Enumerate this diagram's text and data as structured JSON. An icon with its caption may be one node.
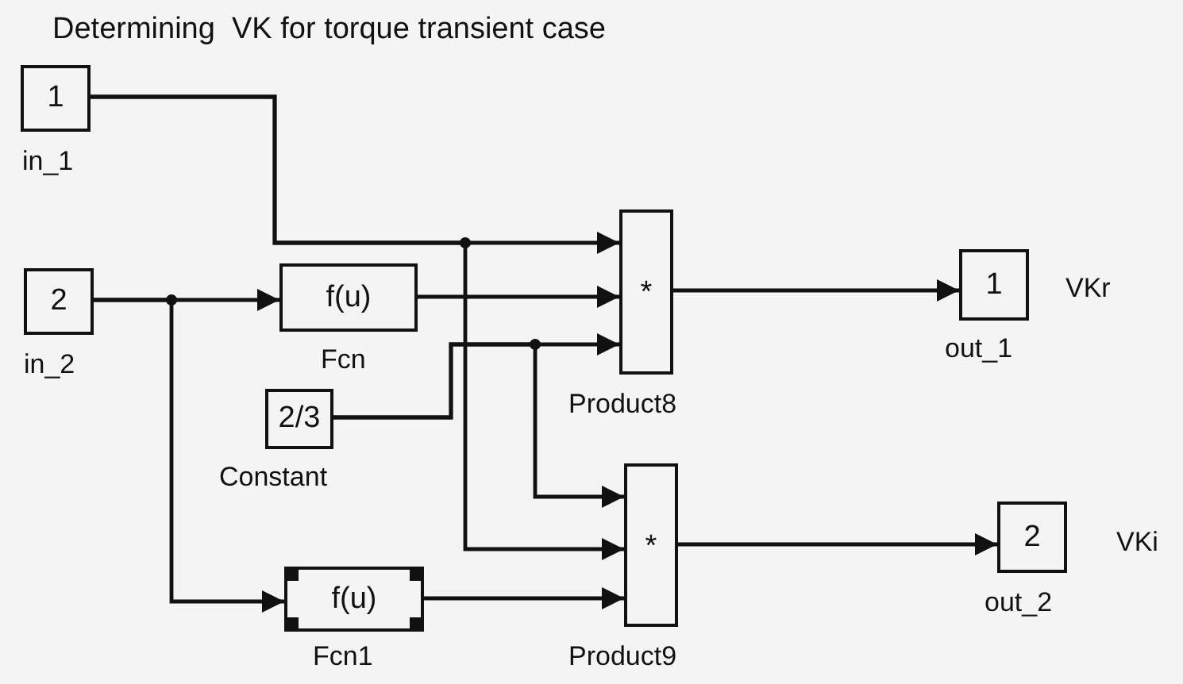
{
  "diagram": {
    "title": "Determining  VK for torque transient case",
    "nodes": [
      {
        "text": [
          "1"
        ],
        "beside": [
          "in_1"
        ]
      },
      {
        "text": [
          "2"
        ],
        "beside": [
          "in_2"
        ]
      },
      {
        "text": [
          "f(u)"
        ],
        "beside": [
          "Fcn"
        ]
      },
      {
        "text": [
          "2/3"
        ],
        "beside": [
          "Constant"
        ]
      },
      {
        "text": [
          "f(u)"
        ],
        "beside": [
          "Fcn1"
        ]
      },
      {
        "text": [
          "*"
        ],
        "beside": [
          "Product8"
        ]
      },
      {
        "text": [
          "*"
        ],
        "beside": [
          "Product9"
        ]
      },
      {
        "text": [
          "1"
        ],
        "beside": [
          "out_1",
          "VKr"
        ]
      },
      {
        "text": [
          "2"
        ],
        "beside": [
          "out_2",
          "VKi"
        ]
      }
    ],
    "edges": [
      {
        "from": 0,
        "to": 5,
        "arrow": "to"
      },
      {
        "from": 0,
        "to": 6,
        "arrow": "to"
      },
      {
        "from": 1,
        "to": 2,
        "arrow": "to"
      },
      {
        "from": 1,
        "to": 4,
        "arrow": "to"
      },
      {
        "from": 2,
        "to": 5,
        "arrow": "to"
      },
      {
        "from": 3,
        "to": 5,
        "arrow": "to"
      },
      {
        "from": 3,
        "to": 6,
        "arrow": "to"
      },
      {
        "from": 4,
        "to": 6,
        "arrow": "to"
      },
      {
        "from": 5,
        "to": 7,
        "arrow": "to"
      },
      {
        "from": 6,
        "to": 8,
        "arrow": "to"
      }
    ]
  }
}
